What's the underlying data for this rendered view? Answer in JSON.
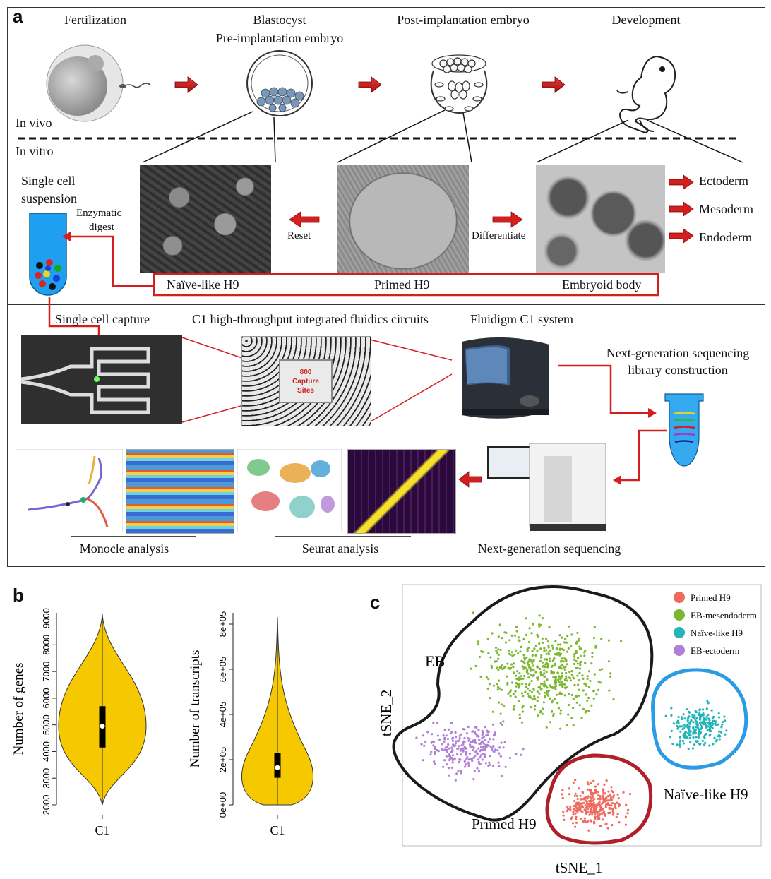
{
  "panel_a": {
    "letter": "a",
    "stages": {
      "fertilization": "Fertilization",
      "blastocyst_1": "Blastocyst",
      "blastocyst_2": "Pre-implantation embryo",
      "post_implantation": "Post-implantation embryo",
      "development": "Development"
    },
    "in_vivo": "In vivo",
    "in_vitro": "In vitro",
    "single_cell_1": "Single cell",
    "single_cell_2": "suspension",
    "enzymatic_1": "Enzymatic",
    "enzymatic_2": "digest",
    "reset": "Reset",
    "differentiate": "Differentiate",
    "germ_layers": [
      "Ectoderm",
      "Mesoderm",
      "Endoderm"
    ],
    "cell_types": [
      "Naïve-like H9",
      "Primed H9",
      "Embryoid body"
    ],
    "single_cell_capture": "Single cell capture",
    "c1_circuits": "C1 high-throughput integrated fluidics circuits",
    "fluidigm": "Fluidigm C1 system",
    "chip_label_1": "800",
    "chip_label_2": "Capture",
    "chip_label_3": "Sites",
    "ngs_lib_1": "Next-generation sequencing",
    "ngs_lib_2": "library construction",
    "monocle": "Monocle analysis",
    "seurat": "Seurat analysis",
    "ngs": "Next-generation sequencing"
  },
  "panel_b": {
    "letter": "b",
    "chart_data": [
      {
        "type": "violin",
        "categories": [
          "C1"
        ],
        "ylabel": "Number of genes",
        "ylim": [
          2000,
          9200
        ],
        "yticks": [
          "2000",
          "3000",
          "4000",
          "5000",
          "6000",
          "7000",
          "8000",
          "9000"
        ],
        "summary": {
          "min": 2000,
          "q1": 4150,
          "median": 4950,
          "q3": 5700,
          "max": 9150
        },
        "fill": "#F5C800"
      },
      {
        "type": "violin",
        "categories": [
          "C1"
        ],
        "ylabel": "Number of transcripts",
        "ylim": [
          0,
          850000
        ],
        "yticks": [
          "0e+00",
          "2e+05",
          "4e+05",
          "6e+05",
          "8e+05"
        ],
        "summary": {
          "min": 0,
          "q1": 120000,
          "median": 165000,
          "q3": 230000,
          "max": 830000
        },
        "fill": "#F5C800"
      }
    ]
  },
  "panel_c": {
    "letter": "c",
    "chart_data": {
      "type": "scatter",
      "xlabel": "tSNE_1",
      "ylabel": "tSNE_2",
      "series": [
        {
          "name": "Primed H9",
          "color": "#EE6B5E"
        },
        {
          "name": "EB-mesendoderm",
          "color": "#7CB82F"
        },
        {
          "name": "Naïve-like H9",
          "color": "#22B5B8"
        },
        {
          "name": "EB-ectoderm",
          "color": "#B07FD6"
        }
      ],
      "annotations": {
        "eb": "EB",
        "naive": "Naïve-like H9",
        "primed": "Primed H9"
      }
    }
  }
}
